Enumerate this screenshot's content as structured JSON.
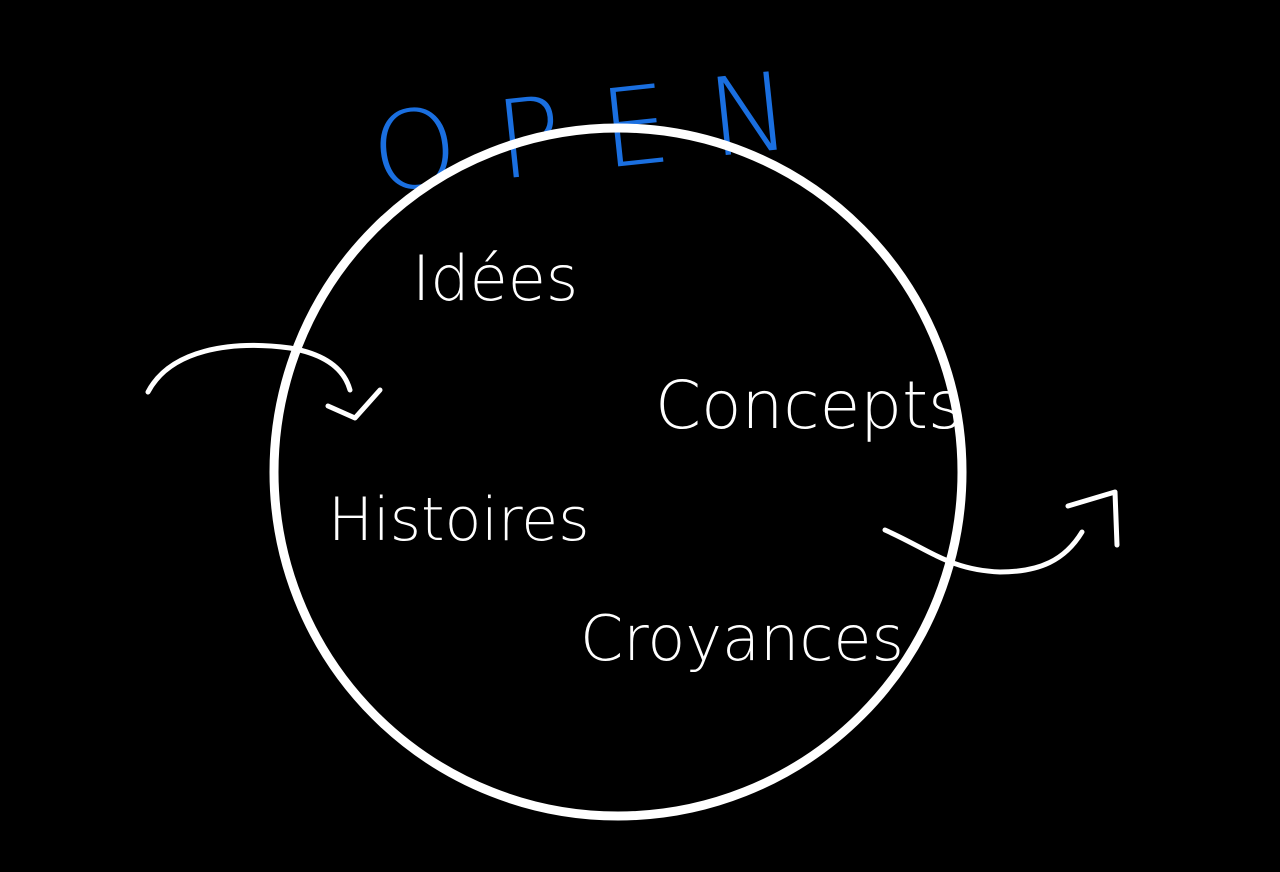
{
  "title": "OPEN",
  "labels": {
    "ideas": "Idées",
    "concepts": "Concepts",
    "stories": "Histoires",
    "beliefs": "Croyances"
  },
  "colors": {
    "background": "#000000",
    "stroke": "#ffffff",
    "title": "#1a6fe0"
  }
}
